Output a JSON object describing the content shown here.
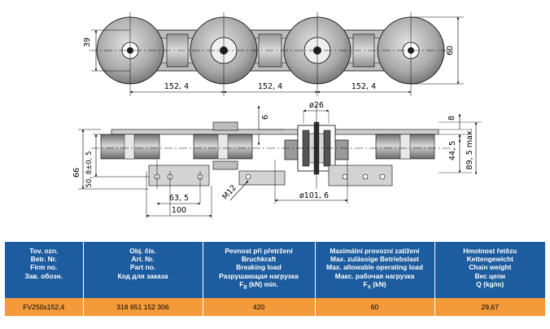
{
  "drawing": {
    "top_view": {
      "pitch_labels": [
        "152, 4",
        "152, 4",
        "152, 4"
      ],
      "height_left": "39",
      "height_right": "60"
    },
    "side_view": {
      "left_dims": [
        "66",
        "50, 8±0, 5"
      ],
      "dim_6": "6",
      "dim_26": "ø26",
      "dim_8": "8",
      "dim_44_5": "44, 5",
      "dim_89_5": "89, 5  max.",
      "dim_63_5": "63, 5",
      "dim_100": "100",
      "thread": "M12",
      "dim_101_6": "ø101, 6"
    }
  },
  "table": {
    "headers": [
      [
        "Tov. ozn.",
        "Betr. Nr.",
        "Firm no.",
        "Зав. обозн."
      ],
      [
        "Obj. čís.",
        "Art. Nr.",
        "Part no.",
        "Код для заказа"
      ],
      [
        "Pevnost při přetržení",
        "Bruchkraft",
        "Breaking load",
        "Разрушающая нагрузка",
        "F_B (kN) min."
      ],
      [
        "Maximální provozní zatížení",
        "Max. zulässige Betriebslast",
        "Max. allowable operating load",
        "Макс. рабочая нагрузка",
        "F_A (kN)"
      ],
      [
        "Hmotnost řetězu",
        "Kettengewicht",
        "Chain weight",
        "Вес цепи",
        "Q (kg/m)"
      ]
    ],
    "row": [
      "FV250x152,4",
      "318 651 152 306",
      "420",
      "60",
      "29,67"
    ]
  },
  "colors": {
    "header_bg": "#1d5c9e",
    "row_bg": "#f39a3a"
  }
}
